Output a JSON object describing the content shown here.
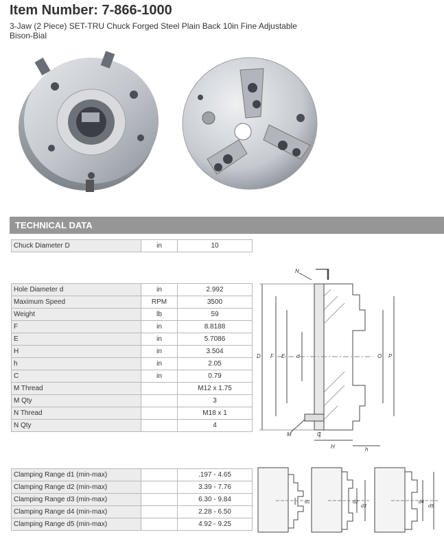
{
  "header": {
    "title": "Item Number: 7-866-1000",
    "description": "3-Jaw (2 Piece) SET-TRU Chuck Forged Steel Plain Back 10in Fine Adjustable Bison-Bial"
  },
  "section": {
    "title": "TECHNICAL DATA"
  },
  "chuck_diameter": {
    "label": "Chuck Diameter D",
    "unit": "in",
    "value": "10"
  },
  "specs": [
    {
      "label": "Hole Diameter d",
      "unit": "in",
      "value": "2.992"
    },
    {
      "label": "Maximum Speed",
      "unit": "RPM",
      "value": "3500"
    },
    {
      "label": "Weight",
      "unit": "lb",
      "value": "59"
    },
    {
      "label": "F",
      "unit": "in",
      "value": "8.8188"
    },
    {
      "label": "E",
      "unit": "in",
      "value": "5.7086"
    },
    {
      "label": "H",
      "unit": "in",
      "value": "3.504"
    },
    {
      "label": "h",
      "unit": "in",
      "value": "2.05"
    },
    {
      "label": "C",
      "unit": "in",
      "value": "0.79"
    },
    {
      "label": "M Thread",
      "unit": "",
      "value": "M12 x 1.75"
    },
    {
      "label": "M Qty",
      "unit": "",
      "value": "3"
    },
    {
      "label": "N Thread",
      "unit": "",
      "value": "M18 x 1"
    },
    {
      "label": "N Qty",
      "unit": "",
      "value": "4"
    }
  ],
  "clamping": [
    {
      "label": "Clamping Range d1 (min-max)",
      "value": ".197 - 4.65"
    },
    {
      "label": "Clamping Range d2 (min-max)",
      "value": "3.39 - 7.76"
    },
    {
      "label": "Clamping Range d3 (min-max)",
      "value": "6.30 - 9.84"
    },
    {
      "label": "Clamping Range d4 (min-max)",
      "value": "2.28 - 6.50"
    },
    {
      "label": "Clamping Range d5 (min-max)",
      "value": "4.92 - 9.25"
    }
  ],
  "diagram_labels": {
    "N": "N",
    "D": "D",
    "F": "F",
    "E": "E",
    "d": "d",
    "O": "O",
    "P": "P",
    "M": "M",
    "C": "C",
    "H": "H",
    "h": "h",
    "d1": "d1",
    "d2": "d2",
    "d3": "d3",
    "d4": "d4",
    "d5": "d5"
  }
}
